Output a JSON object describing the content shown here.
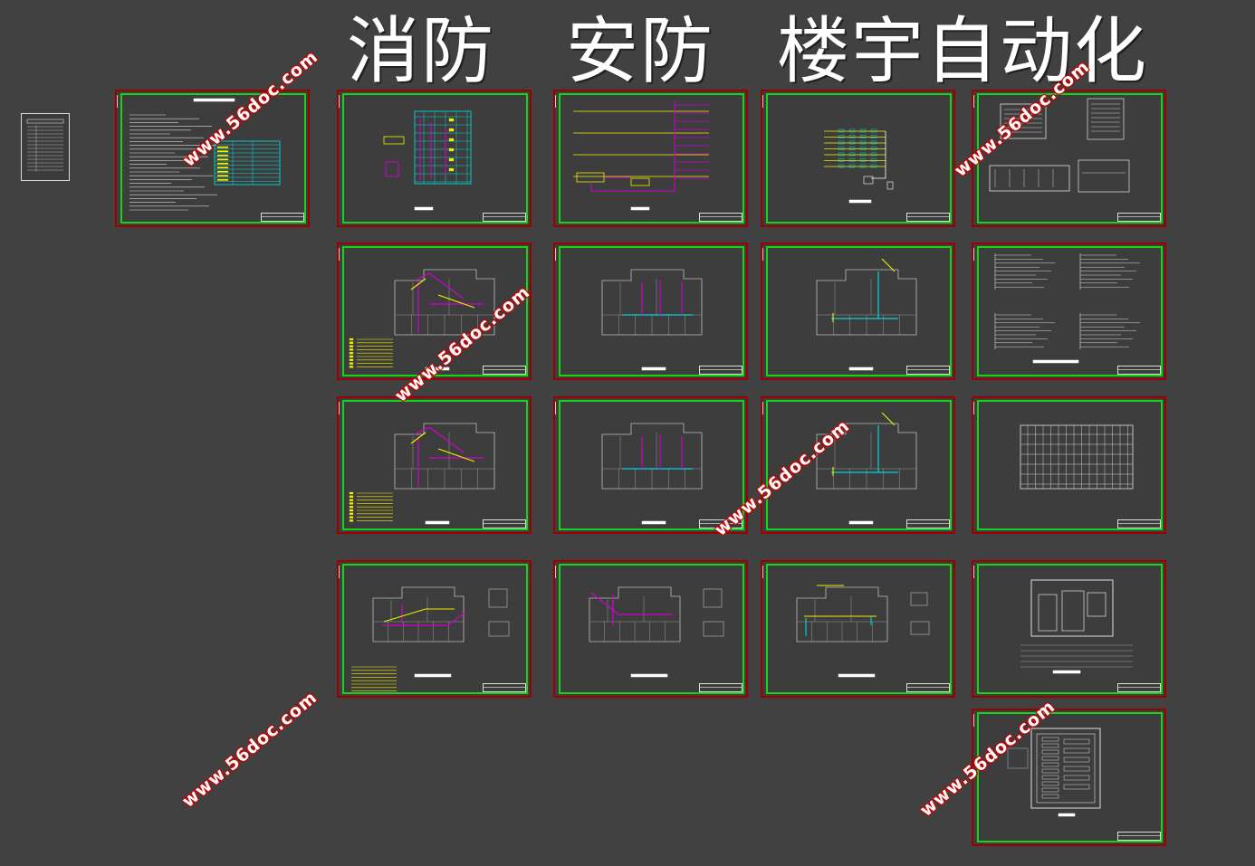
{
  "headings": {
    "fire": "消防",
    "security": "安防",
    "building_automation": "楼宇自动化"
  },
  "watermark": "www.56doc.com",
  "colors": {
    "background": "#414141",
    "sheet_outer_border": "#9c0000",
    "sheet_inner_border": "#17d417",
    "cad_yellow": "#f0f000",
    "cad_magenta": "#d000d0",
    "cad_cyan": "#00d8d8",
    "cad_white": "#e0e0e0"
  },
  "sheets": [
    {
      "name": "design-notes-sheet",
      "kind": "notes"
    },
    {
      "name": "fire-alarm-system-diagram",
      "kind": "system-fire"
    },
    {
      "name": "security-system-diagram",
      "kind": "system-security"
    },
    {
      "name": "bas-system-diagram",
      "kind": "system-bas"
    },
    {
      "name": "control-detail-sheet",
      "kind": "detail"
    },
    {
      "name": "fire-floor-plan-1",
      "kind": "plan-fire"
    },
    {
      "name": "security-floor-plan-1",
      "kind": "plan-security"
    },
    {
      "name": "bas-floor-plan-1",
      "kind": "plan-bas"
    },
    {
      "name": "point-list-sheet",
      "kind": "lists"
    },
    {
      "name": "fire-floor-plan-2",
      "kind": "plan-fire"
    },
    {
      "name": "security-floor-plan-2",
      "kind": "plan-security"
    },
    {
      "name": "bas-floor-plan-2",
      "kind": "plan-bas"
    },
    {
      "name": "io-table-sheet",
      "kind": "table"
    },
    {
      "name": "fire-floor-plan-3",
      "kind": "plan-fire-small"
    },
    {
      "name": "security-floor-plan-3",
      "kind": "plan-security-small"
    },
    {
      "name": "bas-floor-plan-3",
      "kind": "plan-bas-small"
    },
    {
      "name": "equipment-room-layout",
      "kind": "room"
    },
    {
      "name": "video-cabinet-layout",
      "kind": "cabinet"
    }
  ]
}
